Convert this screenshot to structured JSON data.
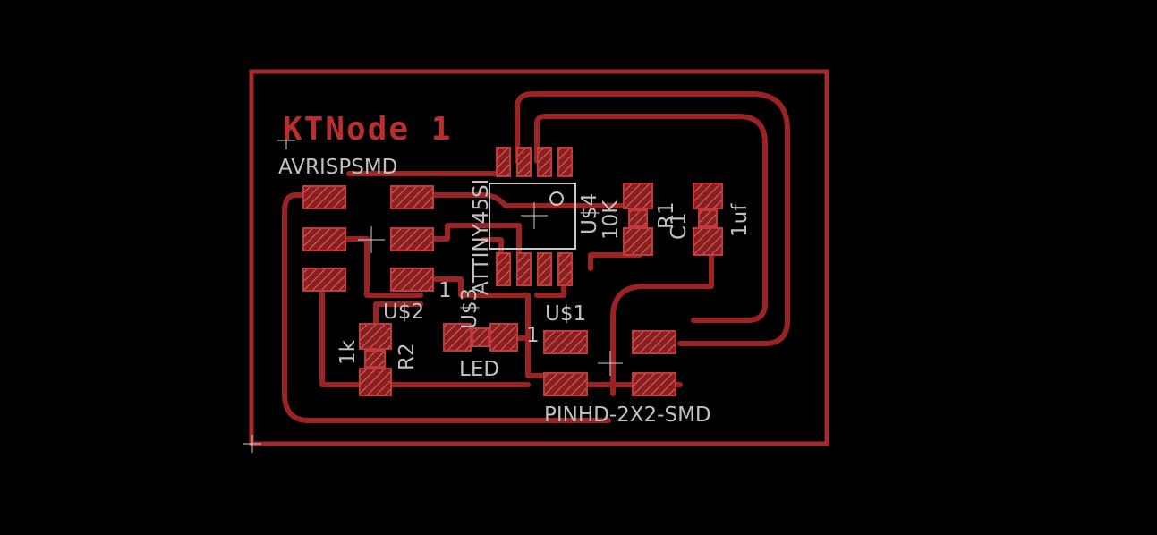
{
  "board": {
    "title": "KTNode 1",
    "colors": {
      "background": "#000000",
      "copper": "#9b2323",
      "pad": "#c23a3a",
      "silkscreen": "#c0c0c0"
    }
  },
  "labels": {
    "avrisp_name": "AVRISPSMD",
    "avrisp_ref": "U$2",
    "avrisp_pin1": "1",
    "chip_name": "ATTINY45SI",
    "chip_ref": "U$4",
    "led_ref": "U$3",
    "led_name": "LED",
    "led_pin1": "1",
    "r1_value": "10K",
    "r1_ref": "R1",
    "c1_ref": "C1",
    "c1_value": "1uf",
    "r2_value": "1k",
    "r2_ref": "R2",
    "header_ref": "U$1",
    "header_name": "PINHD-2X2-SMD"
  }
}
